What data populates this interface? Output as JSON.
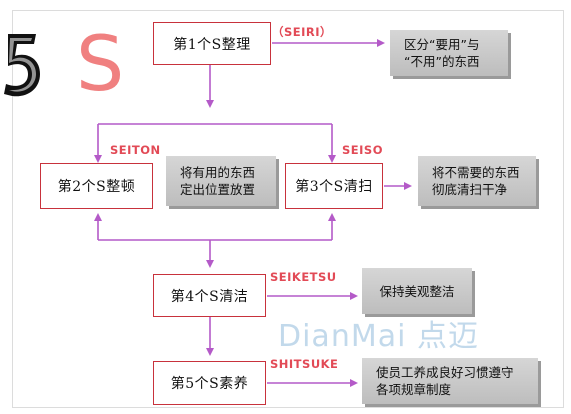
{
  "logo": {
    "number": "5",
    "letter": "S"
  },
  "steps": [
    {
      "label": "第1个S整理",
      "tag": "（SEIRI）",
      "note": "区分“要用”与\n“不用”的东西"
    },
    {
      "label": "第2个S整顿",
      "tag": "SEITON",
      "note": "将有用的东西\n定出位置放置"
    },
    {
      "label": "第3个S清扫",
      "tag": "SEISO",
      "note": "将不需要的东西\n彻底清扫干净"
    },
    {
      "label": "第4个S清洁",
      "tag": "SEIKETSU",
      "note": "保持美观整洁"
    },
    {
      "label": "第5个S素养",
      "tag": "SHITSUKE",
      "note": "使员工养成良好习惯遵守\n各项规章制度"
    }
  ],
  "watermark": "DianMai 点迈",
  "colors": {
    "accent": "#c8323c",
    "tag": "#e24a56",
    "arrow": "#b45ac8",
    "letter": "#f08080"
  }
}
